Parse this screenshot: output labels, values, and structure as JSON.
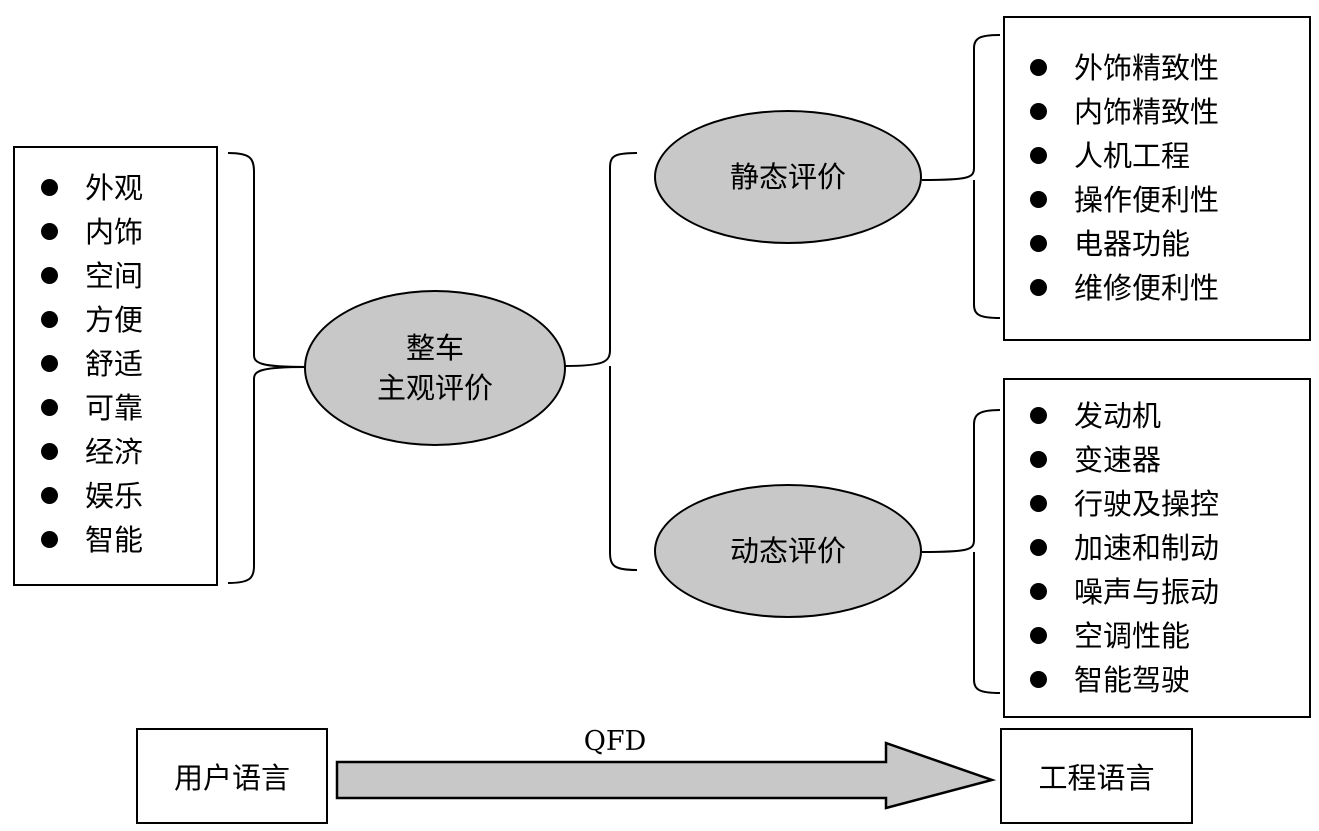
{
  "user_needs": [
    "外观",
    "内饰",
    "空间",
    "方便",
    "舒适",
    "可靠",
    "经济",
    "娱乐",
    "智能"
  ],
  "center": {
    "line1": "整车",
    "line2": "主观评价"
  },
  "static_eval": {
    "label": "静态评价",
    "items": [
      "外饰精致性",
      "内饰精致性",
      "人机工程",
      "操作便利性",
      "电器功能",
      "维修便利性"
    ]
  },
  "dynamic_eval": {
    "label": "动态评价",
    "items": [
      "发动机",
      "变速器",
      "行驶及操控",
      "加速和制动",
      "噪声与振动",
      "空调性能",
      "智能驾驶"
    ]
  },
  "flow": {
    "from": "用户语言",
    "arrow_label": "QFD",
    "to": "工程语言"
  },
  "colors": {
    "ellipse_fill": "#c8c8c8",
    "arrow_fill": "#c8c8c8",
    "stroke": "#000000"
  }
}
